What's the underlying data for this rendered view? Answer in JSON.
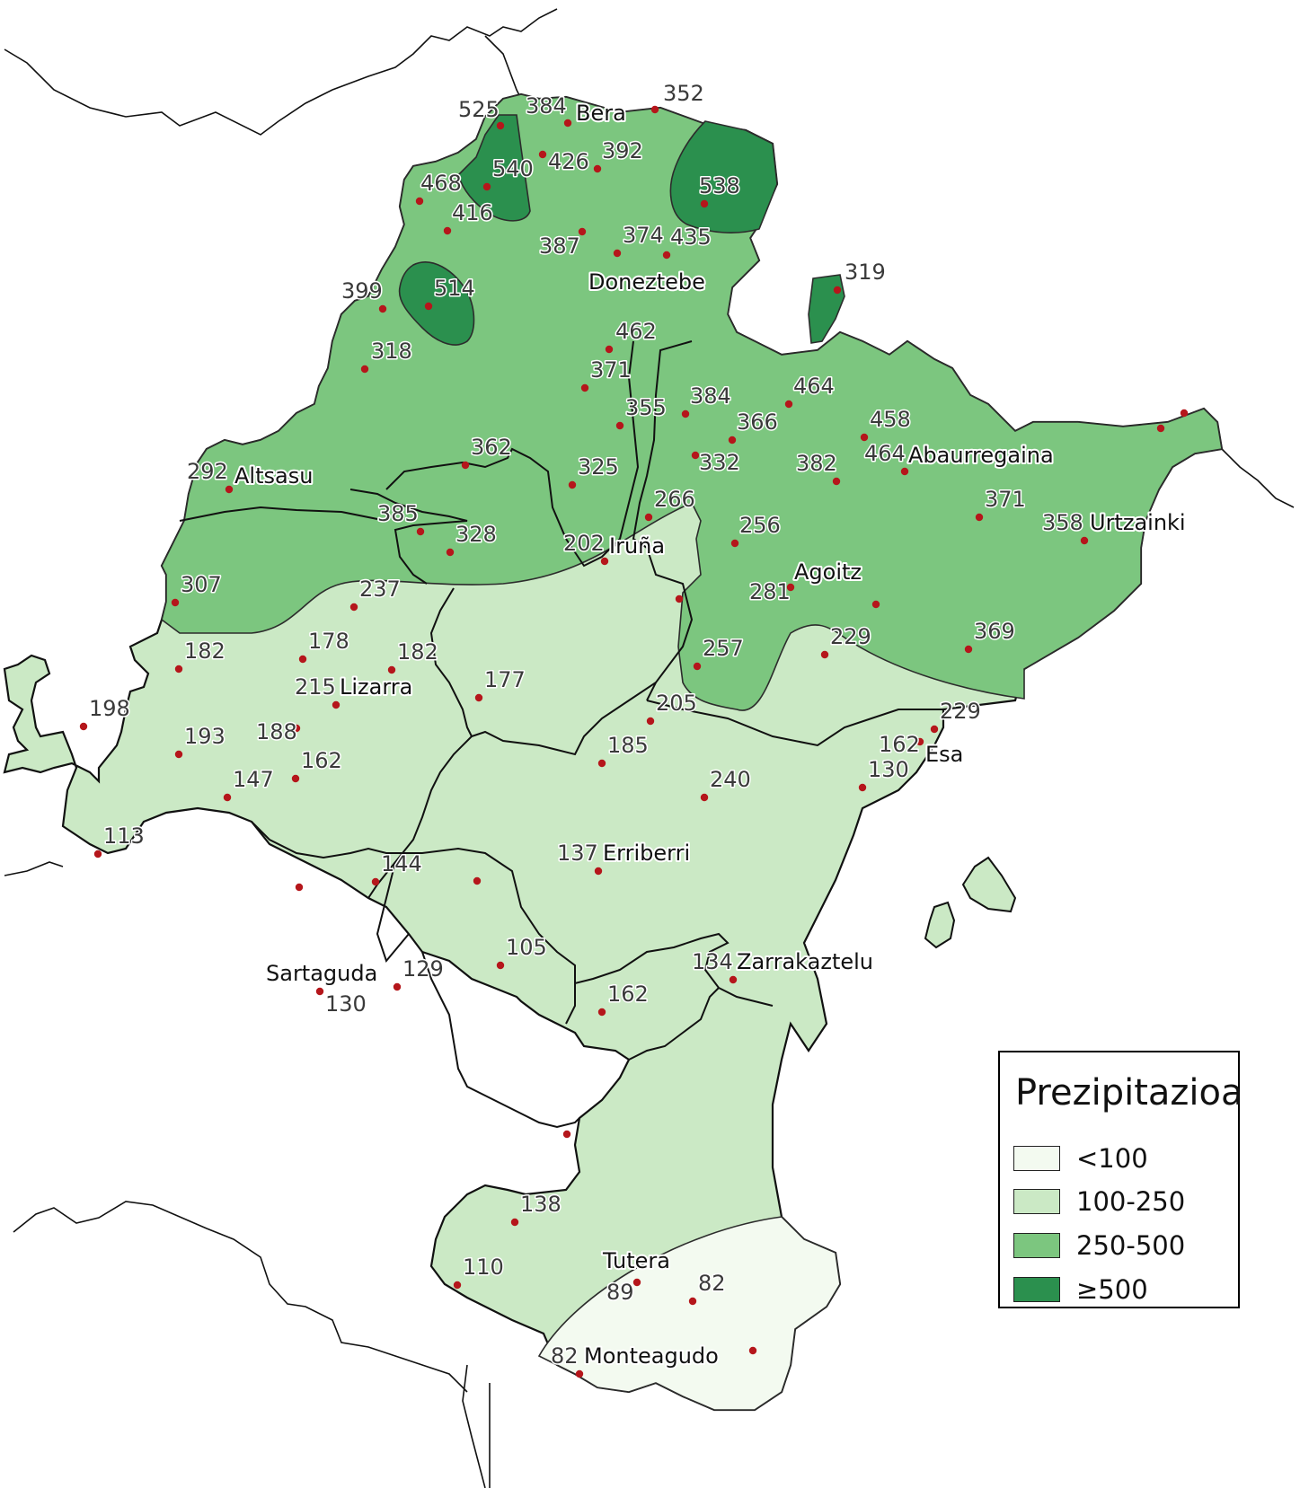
{
  "legend": {
    "title": "Prezipitazioa",
    "classes": [
      {
        "label": "<100",
        "color": "#f3faf0"
      },
      {
        "label": "100-250",
        "color": "#cbe9c5"
      },
      {
        "label": "250-500",
        "color": "#7cc67f"
      },
      {
        "label": "≥500",
        "color": "#2b904e"
      }
    ]
  },
  "colors": {
    "point": "#b5161b",
    "boundary": "#111111",
    "contour": "#2c2c2c"
  },
  "towns": [
    "Bera",
    "Doneztebe",
    "Altsasu",
    "Abaurregaina",
    "Urtzainki",
    "Iruña",
    "Agoitz",
    "Lizarra",
    "Esa",
    "Erriberri",
    "Zarrakaztelu",
    "Sartaguda",
    "Tutera",
    "Monteagudo"
  ],
  "stations": [
    "525",
    "384",
    "352",
    "426",
    "392",
    "540",
    "538",
    "468",
    "416",
    "387",
    "374",
    "435",
    "514",
    "399",
    "319",
    "462",
    "318",
    "371",
    "384",
    "464",
    "355",
    "458",
    "366",
    "464",
    "362",
    "332",
    "382",
    "292",
    "325",
    "266",
    "371",
    "358",
    "385",
    "328",
    "256",
    "202",
    "307",
    "237",
    "281",
    "229",
    "369",
    "178",
    "182",
    "182",
    "257",
    "177",
    "215",
    "198",
    "205",
    "229",
    "193",
    "188",
    "162",
    "185",
    "162",
    "130",
    "147",
    "240",
    "113",
    "137",
    "144",
    "105",
    "134",
    "129",
    "130",
    "162",
    "138",
    "110",
    "89",
    "82",
    "82"
  ]
}
